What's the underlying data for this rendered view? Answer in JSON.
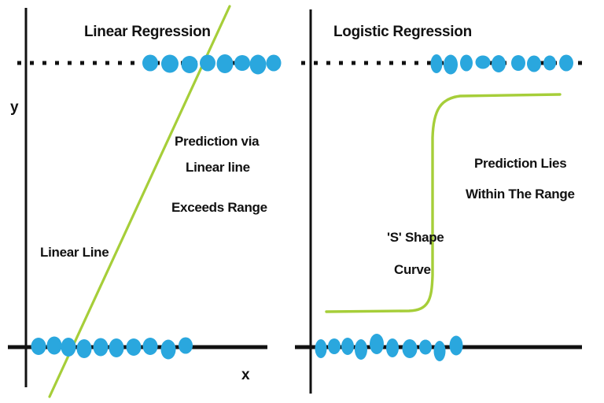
{
  "figure": {
    "background_color": "#ffffff",
    "axis_color": "#111111",
    "dot_color": "#2AA7DE",
    "curve_color": "#A6CE39",
    "panels": [
      {
        "id": "linear-regression",
        "title": "Linear Regression",
        "axis_y_label": "y",
        "axis_x_label": "x",
        "curve_label": "Linear Line",
        "annotation_lines": [
          "Prediction via",
          "Linear line",
          "Exceeds Range"
        ]
      },
      {
        "id": "logistic-regression",
        "title": "Logistic Regression",
        "curve_label_lines": [
          "'S' Shape",
          "Curve"
        ],
        "annotation_lines": [
          "Prediction Lies",
          "Within The Range"
        ]
      }
    ]
  },
  "chart_data": [
    {
      "type": "scatter",
      "title": "Linear Regression",
      "xlabel": "x",
      "ylabel": "y",
      "xlim": [
        0,
        1
      ],
      "ylim": [
        0,
        1
      ],
      "grid": false,
      "legend": "none",
      "annotations": [
        {
          "text": "Prediction via Linear line Exceeds Range",
          "x": 0.62,
          "y": 0.58
        },
        {
          "text": "Linear Line",
          "x": 0.13,
          "y": 0.36
        }
      ],
      "reference_lines": [
        {
          "name": "y = 1 class boundary",
          "style": "dotted",
          "y": 1.0
        },
        {
          "name": "y = 0 class boundary",
          "style": "solid",
          "y": 0.0
        }
      ],
      "series": [
        {
          "name": "class-1-points",
          "marker": "blob",
          "color": "#2AA7DE",
          "y": 1.0,
          "x": [
            0.22,
            0.26,
            0.3,
            0.34,
            0.37,
            0.41,
            0.45,
            0.49
          ]
        },
        {
          "name": "class-0-points",
          "marker": "blob",
          "color": "#2AA7DE",
          "y": 0.0,
          "x": [
            0.015,
            0.04,
            0.065,
            0.09,
            0.115,
            0.14,
            0.165,
            0.195,
            0.225,
            0.25
          ]
        },
        {
          "name": "linear-fit-line",
          "type": "line",
          "color": "#A6CE39",
          "x": [
            0.04,
            0.35
          ],
          "y": [
            -0.08,
            1.12
          ]
        }
      ]
    },
    {
      "type": "scatter",
      "title": "Logistic Regression",
      "xlabel": "",
      "ylabel": "",
      "xlim": [
        0,
        1
      ],
      "ylim": [
        0,
        1
      ],
      "grid": false,
      "legend": "none",
      "annotations": [
        {
          "text": "Prediction Lies Within The Range",
          "x": 0.72,
          "y": 0.58
        },
        {
          "text": "'S' Shape Curve",
          "x": 0.3,
          "y": 0.36
        }
      ],
      "reference_lines": [
        {
          "name": "y = 1 class boundary",
          "style": "dotted",
          "y": 1.0
        },
        {
          "name": "y = 0 class boundary",
          "style": "solid",
          "y": 0.0
        }
      ],
      "series": [
        {
          "name": "class-1-points",
          "marker": "blob",
          "color": "#2AA7DE",
          "y": 1.0,
          "x": [
            0.44,
            0.48,
            0.53,
            0.58,
            0.63,
            0.69,
            0.74,
            0.79,
            0.84,
            0.9
          ]
        },
        {
          "name": "class-0-points",
          "marker": "blob",
          "color": "#2AA7DE",
          "y": 0.0,
          "x": [
            0.02,
            0.05,
            0.08,
            0.11,
            0.14,
            0.17,
            0.21,
            0.24,
            0.27,
            0.3
          ]
        },
        {
          "name": "sigmoid-curve",
          "type": "line",
          "color": "#A6CE39",
          "x": [
            0.05,
            0.2,
            0.35,
            0.42,
            0.45,
            0.47,
            0.5,
            0.55,
            0.7,
            0.9
          ],
          "y": [
            0.02,
            0.02,
            0.02,
            0.04,
            0.2,
            0.55,
            0.88,
            0.96,
            0.97,
            0.97
          ]
        }
      ]
    }
  ]
}
